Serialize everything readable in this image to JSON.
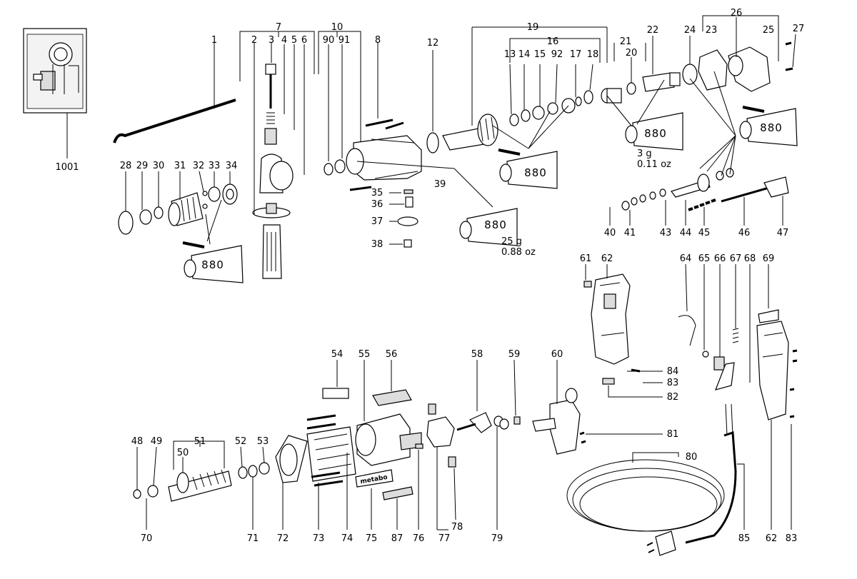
{
  "labels": [
    "1",
    "2",
    "3",
    "4",
    "5",
    "6",
    "7",
    "8",
    "10",
    "12",
    "13",
    "14",
    "15",
    "16",
    "17",
    "18",
    "19",
    "20",
    "21",
    "22",
    "23",
    "24",
    "25",
    "26",
    "27",
    "28",
    "29",
    "30",
    "31",
    "32",
    "33",
    "34",
    "35",
    "36",
    "37",
    "38",
    "39",
    "40",
    "41",
    "43",
    "44",
    "45",
    "46",
    "47",
    "48",
    "49",
    "50",
    "51",
    "52",
    "53",
    "54",
    "55",
    "56",
    "58",
    "59",
    "60",
    "61",
    "62",
    "64",
    "65",
    "66",
    "67",
    "68",
    "69",
    "70",
    "71",
    "72",
    "73",
    "74",
    "75",
    "76",
    "77",
    "78",
    "79",
    "80",
    "81",
    "82",
    "83",
    "84",
    "85",
    "87",
    "90",
    "91",
    "92",
    "1001"
  ],
  "tube_text": "880",
  "brand_text": "metabo",
  "grease_note_1_weight": "3 g",
  "grease_note_1_oz": "0.11 oz",
  "grease_note_2_weight": "25 g",
  "grease_note_2_oz": "0.88 oz"
}
